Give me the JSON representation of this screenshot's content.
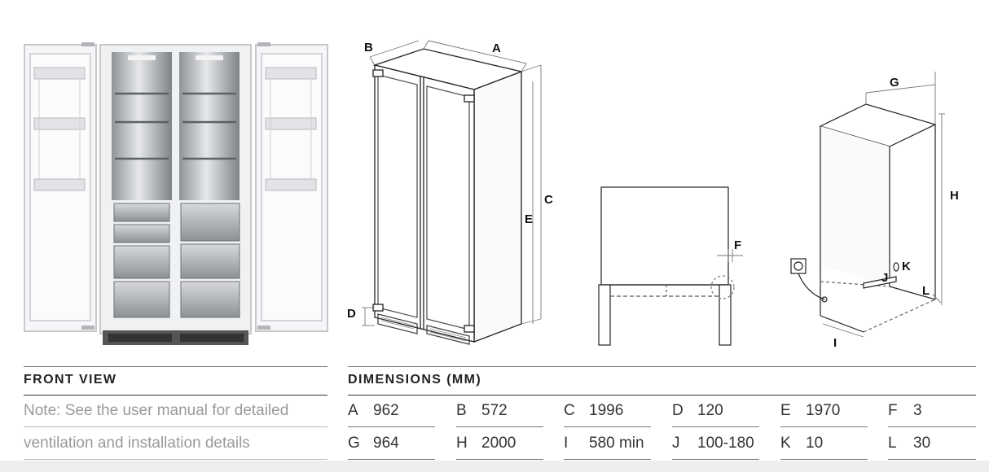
{
  "diagram_labels": [
    "A",
    "B",
    "C",
    "D",
    "E",
    "F",
    "G",
    "H",
    "I",
    "J",
    "K",
    "L"
  ],
  "front_view": {
    "title": "FRONT VIEW",
    "note_line1": "Note: See the user manual for detailed",
    "note_line2": "ventilation and installation details"
  },
  "dimensions": {
    "title": "DIMENSIONS (MM)",
    "rows": [
      [
        {
          "key": "A",
          "value": "962"
        },
        {
          "key": "B",
          "value": "572"
        },
        {
          "key": "C",
          "value": "1996"
        },
        {
          "key": "D",
          "value": "120"
        },
        {
          "key": "E",
          "value": "1970"
        },
        {
          "key": "F",
          "value": "3"
        }
      ],
      [
        {
          "key": "G",
          "value": "964"
        },
        {
          "key": "H",
          "value": "2000"
        },
        {
          "key": "I",
          "value": "580 min"
        },
        {
          "key": "J",
          "value": "100-180"
        },
        {
          "key": "K",
          "value": "10"
        },
        {
          "key": "L",
          "value": "30"
        }
      ]
    ]
  }
}
